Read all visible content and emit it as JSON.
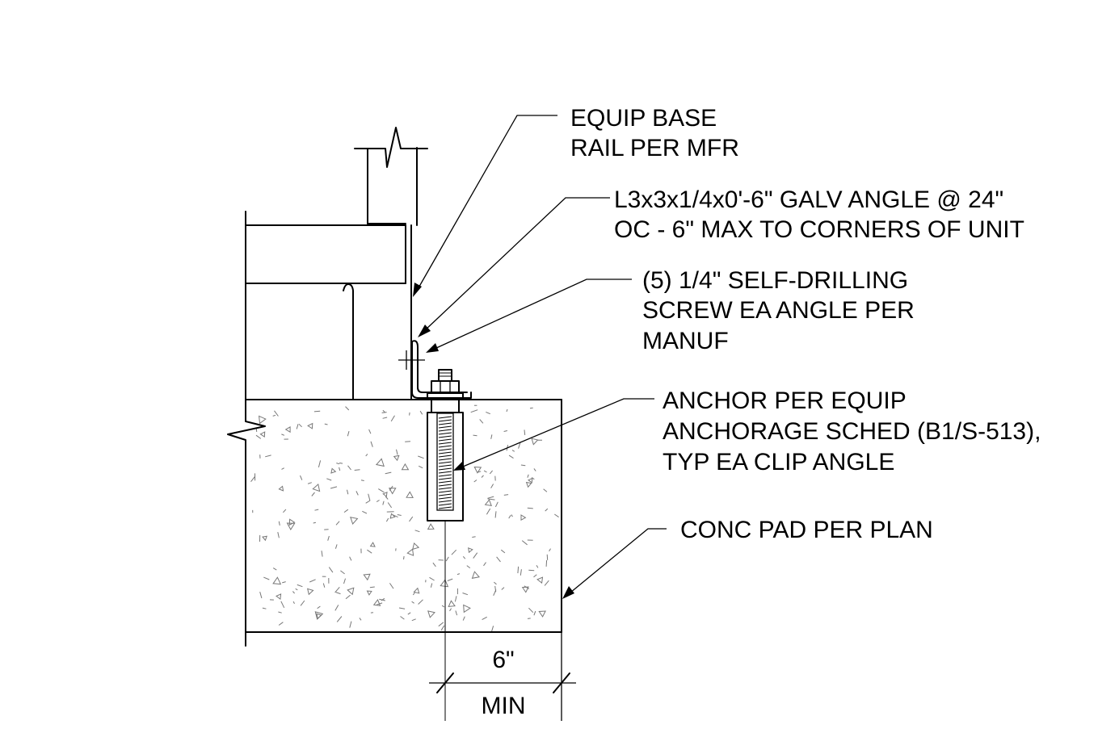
{
  "notes": {
    "equip_base": [
      "EQUIP BASE",
      "RAIL PER MFR"
    ],
    "galv_angle": [
      "L3x3x1/4x0'-6\" GALV ANGLE @ 24\"",
      "OC - 6\" MAX TO CORNERS OF UNIT"
    ],
    "screw": [
      "(5) 1/4\" SELF-DRILLING",
      "SCREW EA ANGLE  PER",
      "MANUF"
    ],
    "anchor": [
      "ANCHOR PER EQUIP",
      "ANCHORAGE SCHED (B1/S-513),",
      "TYP EA CLIP ANGLE"
    ],
    "pad": [
      "CONC PAD PER PLAN"
    ]
  },
  "dimension": {
    "value": "6\"",
    "qualifier": "MIN"
  }
}
